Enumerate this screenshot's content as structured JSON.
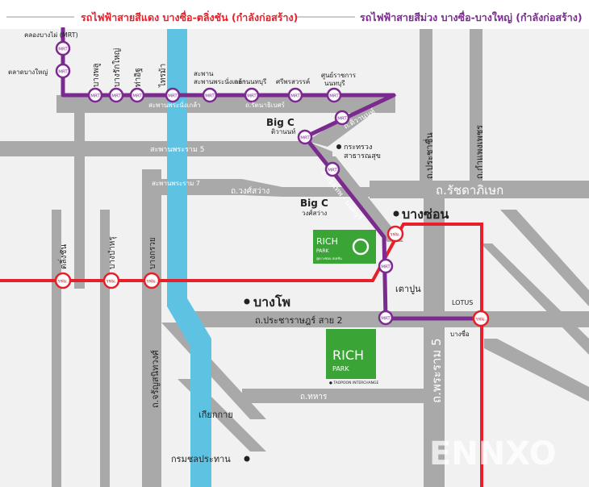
{
  "header": {
    "red_line_title": "รถไฟฟ้าสายสีแดง บางซื่อ-ตลิ่งชัน (กำลังก่อสร้าง)",
    "purple_line_title": "รถไฟฟ้าสายสีม่วง บางซื่อ-บางใหญ่ (กำลังก่อสร้าง)"
  },
  "stations": {
    "khlong_bang_phai": "คลองบางไผ่ (MRT)",
    "talad_bang_yai": "ตลาดบางใหญ่",
    "bang_phlu": "บางพลู",
    "bang_rak_yai": "บางรักใหญ่",
    "tha_it": "ท่าอิฐ",
    "sai_ma": "ไทรม้า",
    "phra_nang_klao_bridge": "สะพานพระนั่งเกล้า",
    "yaek_nonthaburi": "แยกนนทบุรี",
    "si_phran_sawan": "ศรีพรสวรรค์",
    "nonthaburi_center_1": "ศูนย์ราชการ",
    "nonthaburi_center_2": "นนทบุรี",
    "taling_chan": "ตลิ่งชัน",
    "bang_bamru": "บางบำหรุ",
    "bang_son_ry": "บางกรวย"
  },
  "badges": {
    "mrt": "MRT",
    "red": "รฟม."
  },
  "roads": {
    "phra_nang_klao": "สะพานพระนั่งเกล้า",
    "rattanathibet": "ถ.รัตนาธิเบศร์",
    "sanambinnam": "ถ.ติวานนท์",
    "rama5_bridge": "สะพานพระราม 5",
    "rama7_bridge": "สะพานพระราม 7",
    "wongsawang": "ถ.วงศ์สว่าง",
    "pracha_chuen": "ถ.ประชาชื่น",
    "kamphaeng_phet": "ถ.กำแพงเพชร",
    "ratchadaphisek": "ถ.รัชดาภิเษก",
    "krungthep_nonthaburi": "ถ.กรุงเทพ - นนทบุรี",
    "pracharat_sai2": "ถ.ประชาราษฎร์ สาย 2",
    "rama5_road": "ถ.พระราม 5",
    "thahan": "ถ.ทหาร",
    "charan_sanitwong": "ถ.จรัญสนิทวงศ์"
  },
  "places": {
    "bigc_1a": "Big C",
    "bigc_1b": "ติวานนท์",
    "moph_1": "กระทรวง",
    "moph_2": "สาธารณสุข",
    "bigc_2a": "Big C",
    "bigc_2b": "วงศ์สว่าง",
    "bang_son": "บางซ่อน",
    "bang_pho": "บางโพ",
    "tao_poon": "เตาปูน",
    "lotus": "LOTUS",
    "bang_sue": "บางซื่อ",
    "kiakkai": "เกียกกาย",
    "irrigation": "กรมชลประทาน"
  },
  "logos": {
    "rich_park": "RICH",
    "rich_park_sub": "PARK",
    "small_tag": "@บางซ่อน สเตชั่น",
    "big_tag": "● TAOPOON INTERCHANGE"
  },
  "watermark": "ENNXO",
  "colors": {
    "road": "#a9a9a9",
    "river": "#5ec3e3",
    "purple_line": "#7b2a8f",
    "red_line": "#e6202a",
    "logo_green": "#3aa437",
    "title_red": "#e6202a",
    "title_purple": "#7b2a8f"
  }
}
